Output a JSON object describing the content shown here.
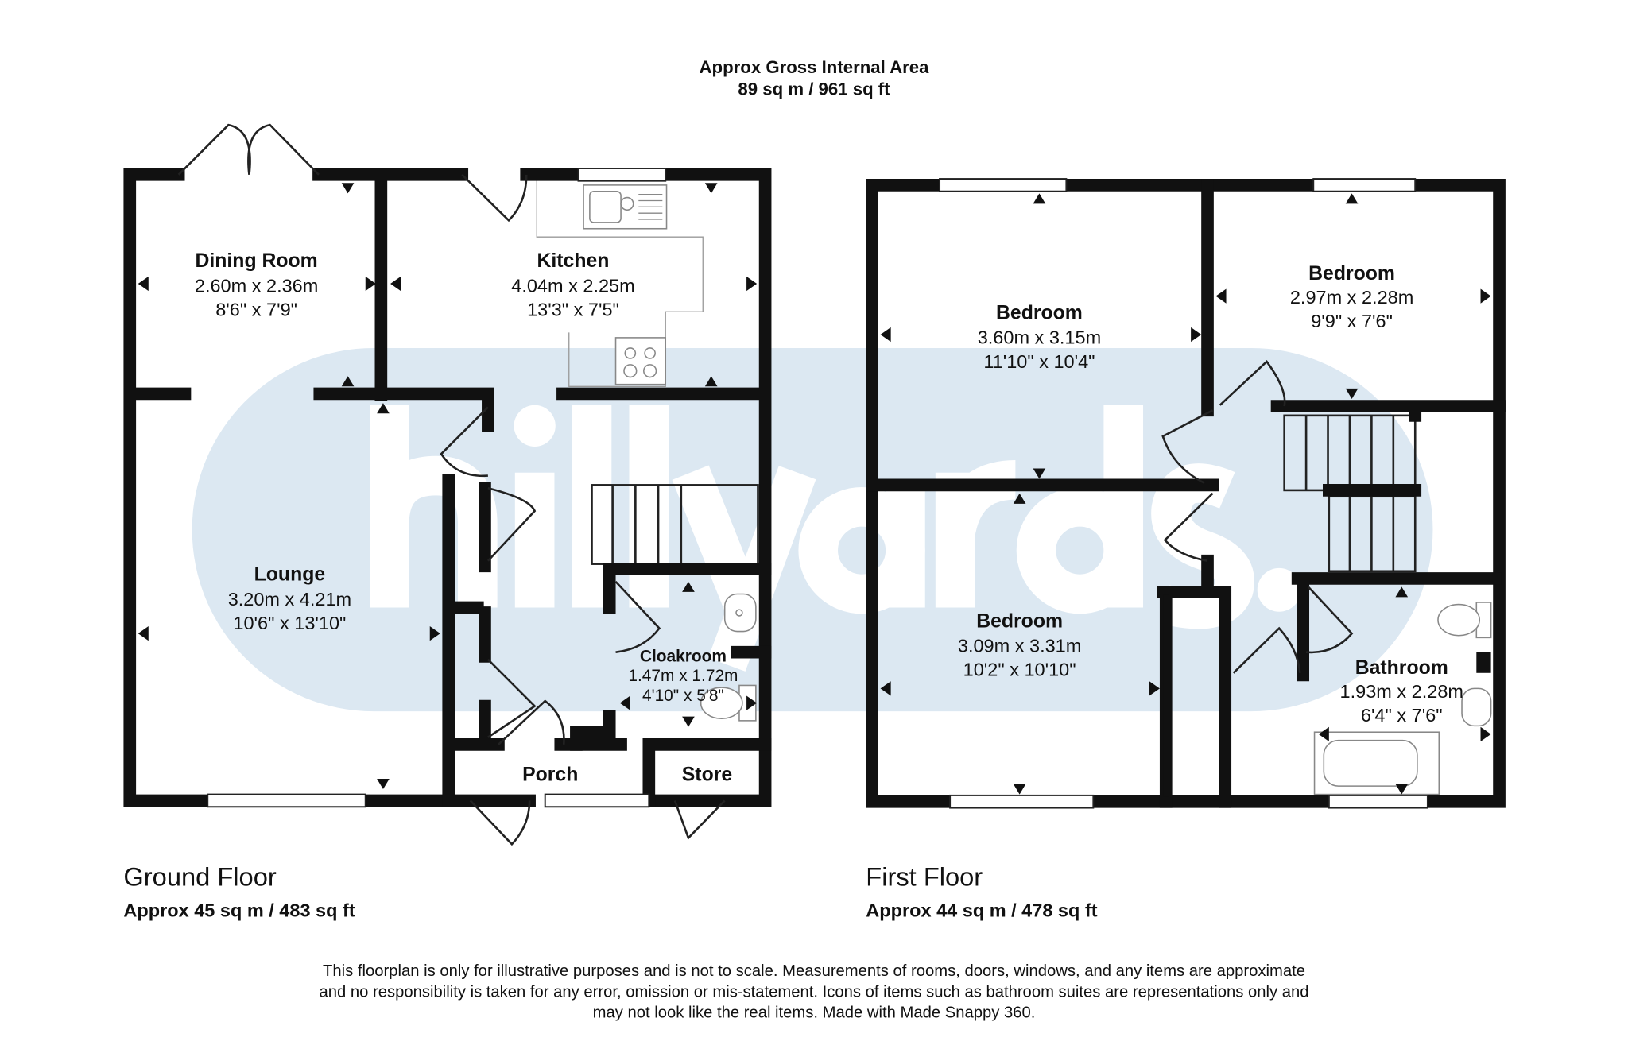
{
  "header": {
    "title": "Approx Gross Internal Area",
    "area": "89 sq m / 961 sq ft"
  },
  "watermark": {
    "text": "hillyards.",
    "color": "#dce8f2"
  },
  "ground_floor": {
    "label": "Ground Floor",
    "area": "Approx 45 sq m / 483 sq ft",
    "rooms": {
      "dining": {
        "name": "Dining Room",
        "metric": "2.60m x 2.36m",
        "imperial": "8'6\" x 7'9\""
      },
      "kitchen": {
        "name": "Kitchen",
        "metric": "4.04m x 2.25m",
        "imperial": "13'3\" x 7'5\""
      },
      "lounge": {
        "name": "Lounge",
        "metric": "3.20m x 4.21m",
        "imperial": "10'6\" x 13'10\""
      },
      "cloakroom": {
        "name": "Cloakroom",
        "metric": "1.47m x 1.72m",
        "imperial": "4'10\" x 5'8\""
      },
      "porch": {
        "name": "Porch"
      },
      "store": {
        "name": "Store"
      }
    }
  },
  "first_floor": {
    "label": "First Floor",
    "area": "Approx 44 sq m / 478 sq ft",
    "rooms": {
      "bedroom1": {
        "name": "Bedroom",
        "metric": "3.60m x 3.15m",
        "imperial": "11'10\" x 10'4\""
      },
      "bedroom2": {
        "name": "Bedroom",
        "metric": "2.97m x 2.28m",
        "imperial": "9'9\" x 7'6\""
      },
      "bedroom3": {
        "name": "Bedroom",
        "metric": "3.09m x 3.31m",
        "imperial": "10'2\" x 10'10\""
      },
      "bathroom": {
        "name": "Bathroom",
        "metric": "1.93m x 2.28m",
        "imperial": "6'4\" x 7'6\""
      }
    }
  },
  "disclaimer": [
    "This floorplan is only for illustrative purposes and is not to scale. Measurements of rooms, doors, windows, and any items are approximate",
    "and no responsibility is taken for any error, omission or mis-statement. Icons of items such as bathroom suites are representations only and",
    "may not look like the real items. Made with Made Snappy 360."
  ]
}
